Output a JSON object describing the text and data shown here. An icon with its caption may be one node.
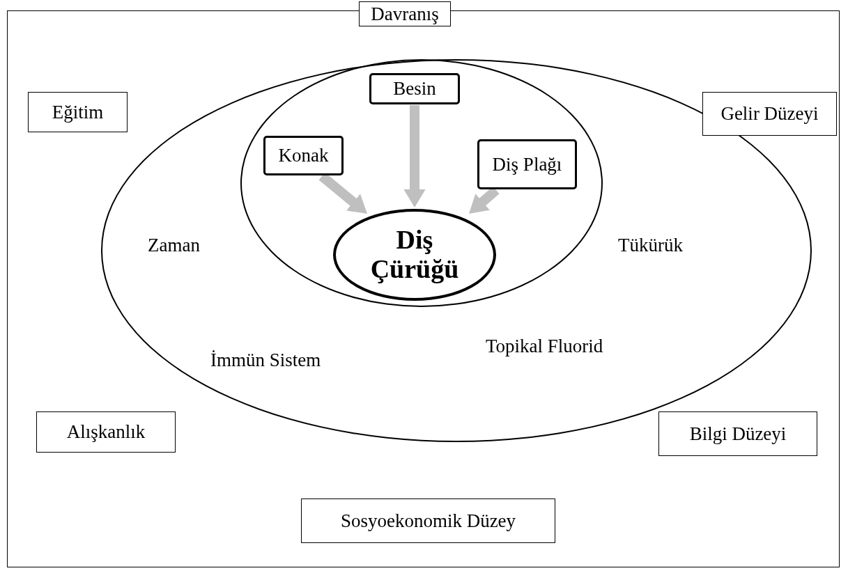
{
  "diagram": {
    "nodes": [
      {
        "text": [
          "Davranış"
        ]
      },
      {
        "text": [
          "Eğitim"
        ]
      },
      {
        "text": [
          "Gelir Düzeyi"
        ]
      },
      {
        "text": [
          "Zaman",
          "Tükürük",
          "İmmün Sistem",
          "Topikal Fluorid"
        ]
      },
      {
        "text": [],
        "shape": "circle",
        "in": 3
      },
      {
        "text": [
          "Besin"
        ],
        "in": 4
      },
      {
        "text": [
          "Konak"
        ],
        "in": 4
      },
      {
        "text": [
          "Diş Plağı"
        ],
        "in": 4
      },
      {
        "text": [
          "Diş Çürüğü"
        ],
        "in": 4
      },
      {
        "text": [
          "Alışkanlık"
        ]
      },
      {
        "text": [
          "Bilgi Düzeyi"
        ]
      },
      {
        "text": [
          "Sosyoekonomik Düzey"
        ]
      }
    ],
    "edges": [
      {
        "from": 6,
        "to": 8,
        "arrow": "to"
      },
      {
        "from": 5,
        "to": 8,
        "arrow": "to"
      },
      {
        "from": 7,
        "to": 8,
        "arrow": "to"
      }
    ]
  }
}
